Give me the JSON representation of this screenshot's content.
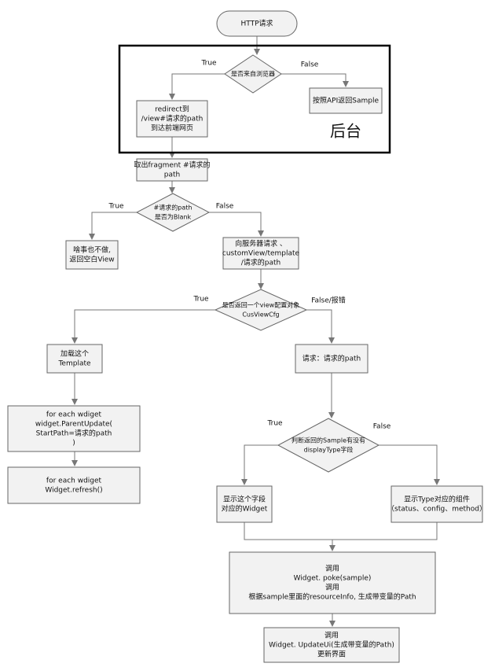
{
  "start": {
    "text": "HTTP请求"
  },
  "backend": {
    "label": "后台"
  },
  "nodes": {
    "d_browser": [
      "是否来自浏览器"
    ],
    "redirect": [
      "redirect到",
      "/view#请求的path",
      "到达前端网页"
    ],
    "api_sample": [
      "按照API返回Sample"
    ],
    "fragment": [
      "取出fragment #请求的",
      "path"
    ],
    "d_blank": [
      "#请求的path",
      "是否为Blank"
    ],
    "do_nothing": [
      "啥事也不做,",
      "返回空白View"
    ],
    "server_req": [
      "向服务器请求 、",
      "customView/template",
      "/请求的path"
    ],
    "d_viewcfg": [
      "是否返回一个view配置对象",
      "CusViewCfg"
    ],
    "load_tpl": [
      "加载这个",
      "Template"
    ],
    "req_path": [
      "请求：请求的path"
    ],
    "foreach_parent": [
      "for each wdiget",
      "widget.ParentUpdate(",
      "StartPath=请求的path",
      ")"
    ],
    "foreach_refresh": [
      "for each wdiget",
      "Widget.refresh()"
    ],
    "d_displaytype": [
      "判断返回的Sample有没有",
      "displayType字段"
    ],
    "show_field": [
      "显示这个字段",
      "对应的Widget"
    ],
    "show_type": [
      "显示Type对应的组件",
      "（status、config、method）"
    ],
    "poke": [
      "调用",
      "Widget. poke(sample)",
      "调用",
      "根据sample里面的resourceInfo, 生成带变量的Path"
    ],
    "update_ui": [
      "调用",
      "Widget. UpdateUi(生成带变量的Path)",
      "更新界面"
    ]
  },
  "edge_labels": {
    "browser_true": "True",
    "browser_false": "False",
    "blank_true": "True",
    "blank_false": "False",
    "viewcfg_true": "True",
    "viewcfg_false": "False/报错",
    "displaytype_true": "True",
    "displaytype_false": "False"
  },
  "colors": {
    "fill": "#f2f2f2",
    "stroke": "#666666",
    "line": "#777777",
    "frame": "#000000"
  }
}
